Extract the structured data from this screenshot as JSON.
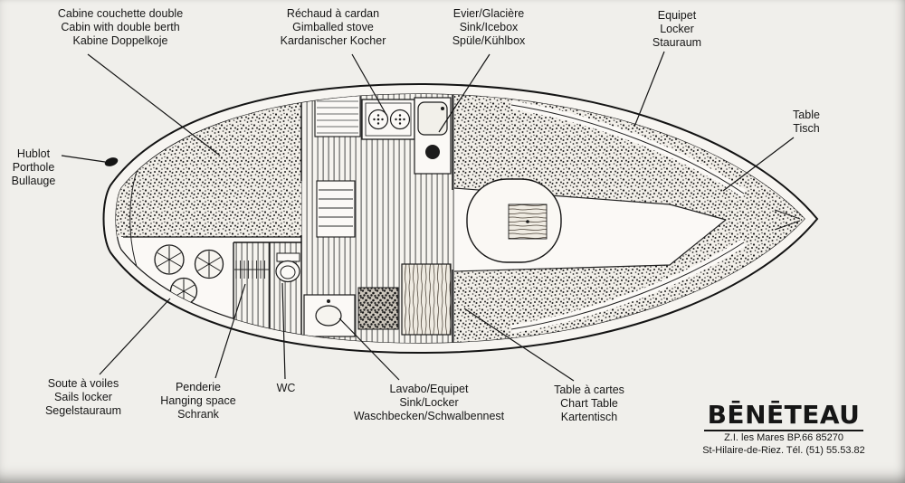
{
  "diagram": {
    "type": "boat-interior-plan",
    "labels": [
      {
        "id": "cabin-double-berth",
        "lines": [
          "Cabine couchette double",
          "Cabin with double berth",
          "Kabine Doppelkoje"
        ]
      },
      {
        "id": "gimballed-stove",
        "lines": [
          "Réchaud à cardan",
          "Gimballed stove",
          "Kardanischer Kocher"
        ]
      },
      {
        "id": "sink-icebox",
        "lines": [
          "Evier/Glacière",
          "Sink/Icebox",
          "Spüle/Kühlbox"
        ]
      },
      {
        "id": "equipet-locker",
        "lines": [
          "Equipet",
          "Locker",
          "Stauraum"
        ]
      },
      {
        "id": "table",
        "lines": [
          "Table",
          "Tisch"
        ]
      },
      {
        "id": "porthole",
        "lines": [
          "Hublot",
          "Porthole",
          "Bullauge"
        ]
      },
      {
        "id": "sails-locker",
        "lines": [
          "Soute à voiles",
          "Sails locker",
          "Segelstauraum"
        ]
      },
      {
        "id": "hanging-space",
        "lines": [
          "Penderie",
          "Hanging space",
          "Schrank"
        ]
      },
      {
        "id": "wc",
        "lines": [
          "WC"
        ]
      },
      {
        "id": "sink-locker",
        "lines": [
          "Lavabo/Equipet",
          "Sink/Locker",
          "Waschbecken/Schwalbennest"
        ]
      },
      {
        "id": "chart-table",
        "lines": [
          "Table à cartes",
          "Chart Table",
          "Kartentisch"
        ]
      }
    ]
  },
  "footer": {
    "brand": "BĒNĒTEAU",
    "address_line1": "Z.I. les Mares BP.66 85270",
    "address_line2": "St-Hilaire-de-Riez. Tél. (51) 55.53.82"
  }
}
